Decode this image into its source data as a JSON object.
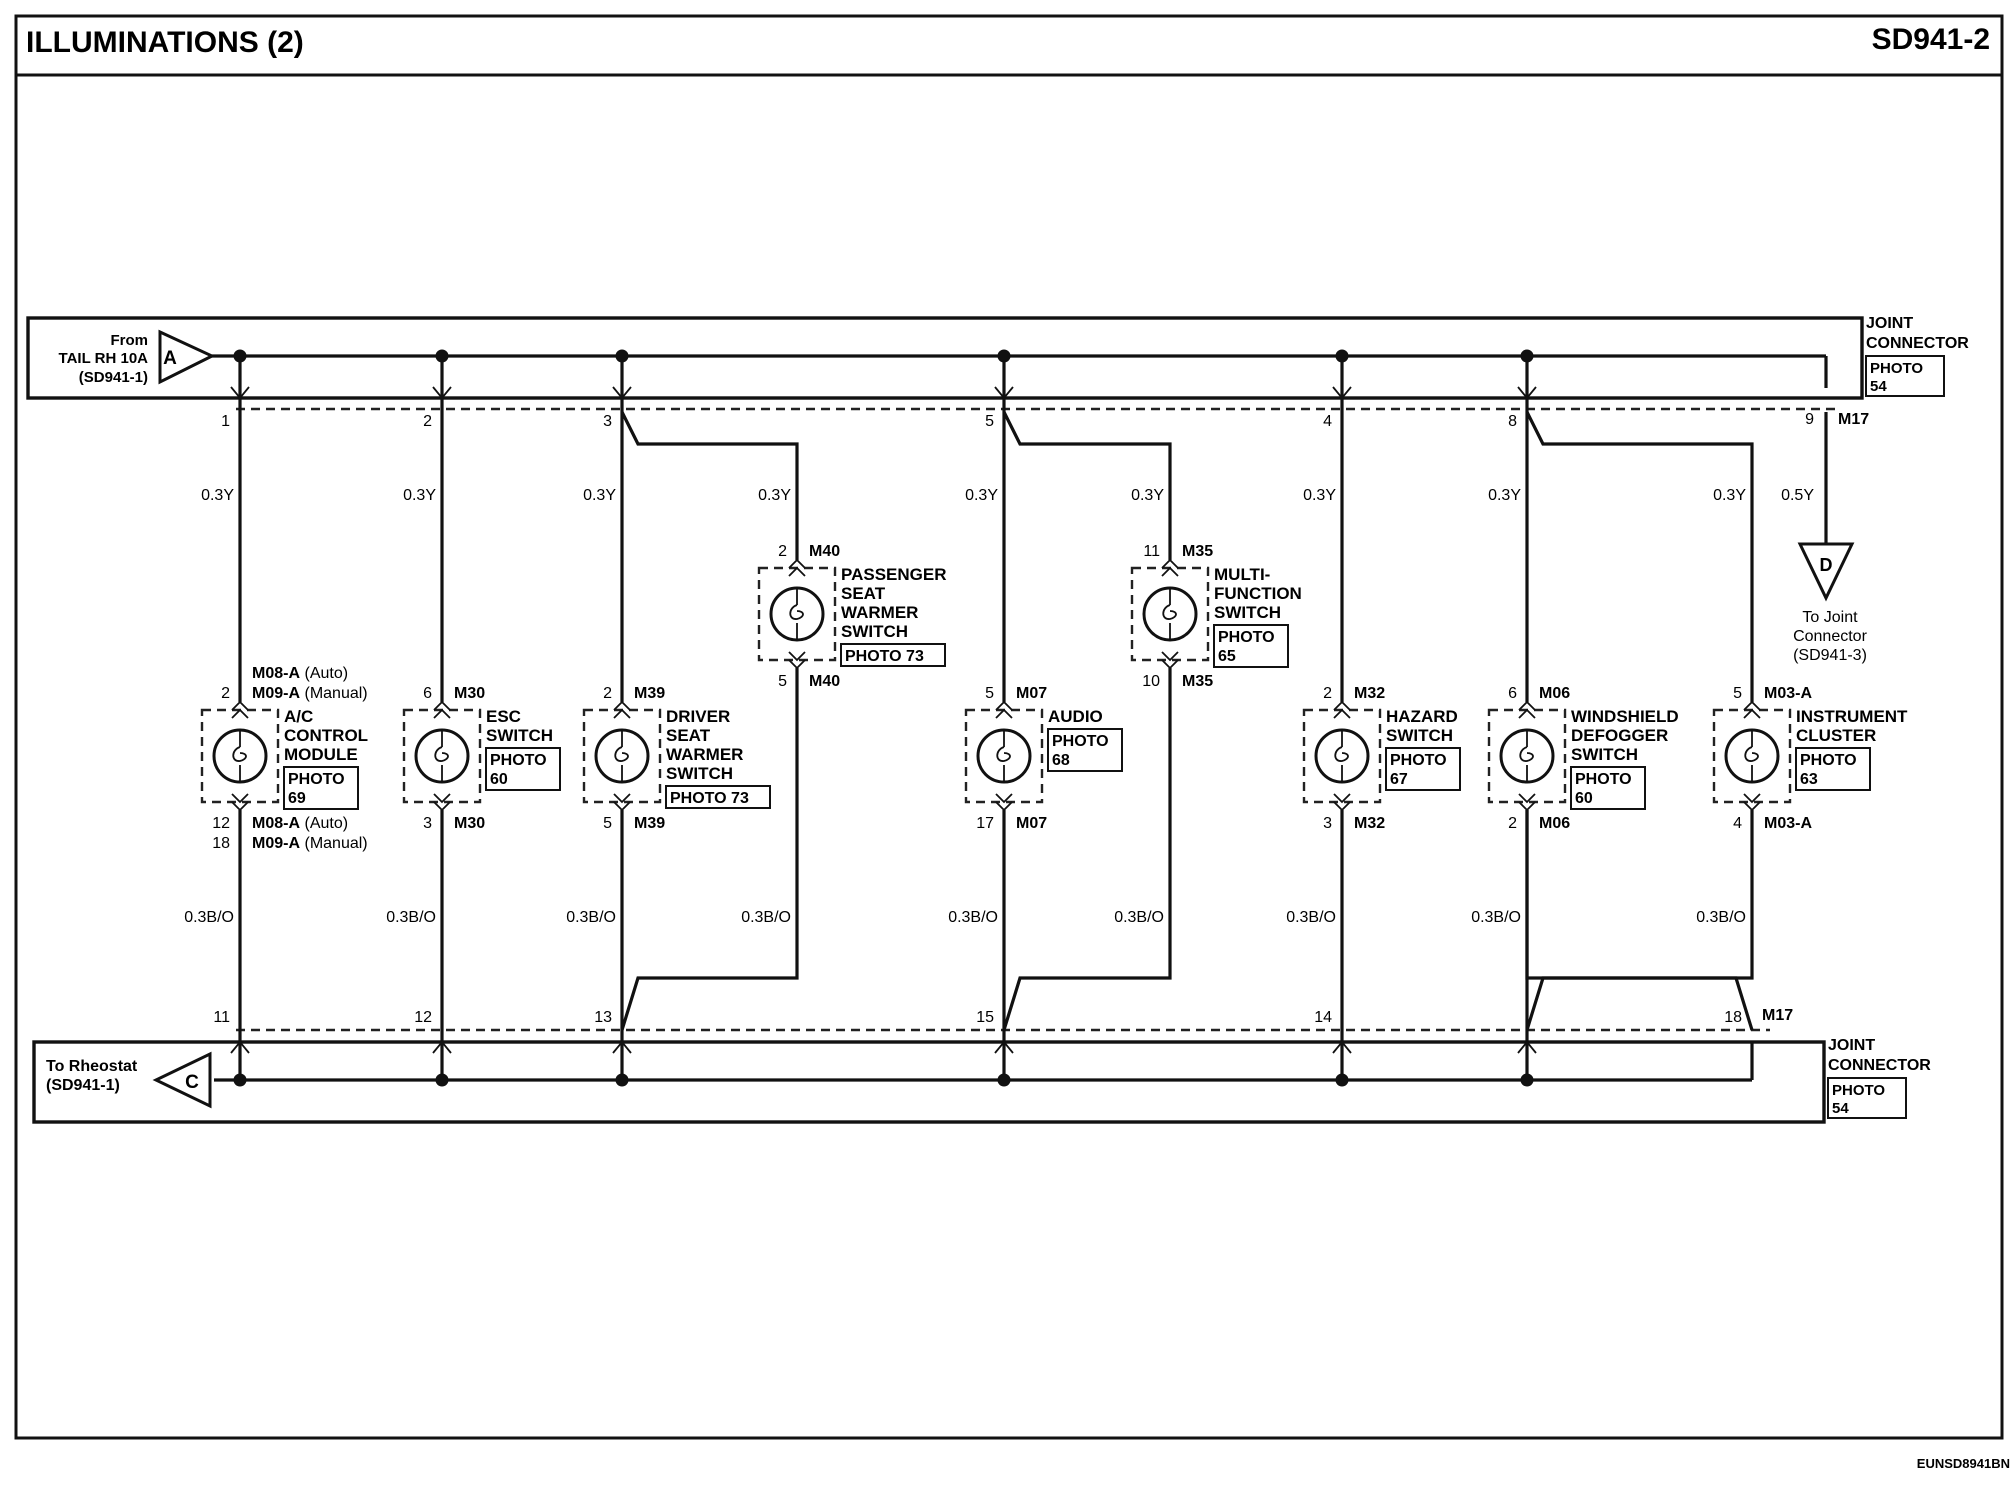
{
  "header": {
    "title": "ILLUMINATIONS (2)",
    "code": "SD941-2"
  },
  "footer": {
    "code": "EUNSD8941BN"
  },
  "top_joint": {
    "label": [
      "JOINT",
      "CONNECTOR"
    ],
    "photo": [
      "PHOTO",
      "54"
    ],
    "connector": "M17"
  },
  "bottom_joint": {
    "label": [
      "JOINT",
      "CONNECTOR"
    ],
    "photo": [
      "PHOTO",
      "54"
    ],
    "connector": "M17"
  },
  "source": {
    "letter": "A",
    "lines": [
      "From",
      "TAIL RH 10A",
      "(SD941-1)"
    ]
  },
  "rheostat": {
    "letter": "C",
    "lines": [
      "To Rheostat",
      "(SD941-1)"
    ]
  },
  "joint_out": {
    "letter": "D",
    "lines": [
      "To Joint",
      "Connector",
      "(SD941-3)"
    ],
    "pin": "9",
    "wire": "0.5Y"
  },
  "branches": [
    {
      "top_pin": "1",
      "bottom_pin": "11",
      "wire_in": "0.3Y",
      "wire_out": "0.3B/O",
      "pin_in": "2",
      "pin_out": "12",
      "pin_out2": "18",
      "conn_in": [
        {
          "b": "M08-A",
          "t": "(Auto)"
        },
        {
          "b": "M09-A",
          "t": "(Manual)"
        }
      ],
      "conn_out": [
        {
          "b": "M08-A",
          "t": "(Auto)"
        },
        {
          "b": "M09-A",
          "t": "(Manual)"
        }
      ],
      "name": [
        "A/C",
        "CONTROL",
        "MODULE"
      ],
      "photo": [
        "PHOTO",
        "69"
      ]
    },
    {
      "top_pin": "2",
      "bottom_pin": "12",
      "wire_in": "0.3Y",
      "wire_out": "0.3B/O",
      "pin_in": "6",
      "pin_out": "3",
      "conn_in": [
        {
          "b": "M30",
          "t": ""
        }
      ],
      "conn_out": [
        {
          "b": "M30",
          "t": ""
        }
      ],
      "name": [
        "ESC",
        "SWITCH"
      ],
      "photo": [
        "PHOTO",
        "60"
      ]
    },
    {
      "top_pin": "3",
      "bottom_pin": "13",
      "wire_in": "0.3Y",
      "wire_out": "0.3B/O",
      "pin_in": "2",
      "pin_out": "5",
      "conn_in": [
        {
          "b": "M39",
          "t": ""
        }
      ],
      "conn_out": [
        {
          "b": "M39",
          "t": ""
        }
      ],
      "name": [
        "DRIVER",
        "SEAT",
        "WARMER",
        "SWITCH"
      ],
      "photo": [
        "PHOTO 73"
      ]
    },
    {
      "wire_in": "0.3Y",
      "wire_out": "0.3B/O",
      "pin_in": "2",
      "pin_out": "5",
      "conn_in": [
        {
          "b": "M40",
          "t": ""
        }
      ],
      "conn_out": [
        {
          "b": "M40",
          "t": ""
        }
      ],
      "name": [
        "PASSENGER",
        "SEAT",
        "WARMER",
        "SWITCH"
      ],
      "photo": [
        "PHOTO 73"
      ]
    },
    {
      "top_pin": "5",
      "bottom_pin": "15",
      "wire_in": "0.3Y",
      "wire_out": "0.3B/O",
      "pin_in": "5",
      "pin_out": "17",
      "conn_in": [
        {
          "b": "M07",
          "t": ""
        }
      ],
      "conn_out": [
        {
          "b": "M07",
          "t": ""
        }
      ],
      "name": [
        "AUDIO"
      ],
      "photo": [
        "PHOTO",
        "68"
      ]
    },
    {
      "wire_in": "0.3Y",
      "wire_out": "0.3B/O",
      "pin_in": "11",
      "pin_out": "10",
      "conn_in": [
        {
          "b": "M35",
          "t": ""
        }
      ],
      "conn_out": [
        {
          "b": "M35",
          "t": ""
        }
      ],
      "name": [
        "MULTI-",
        "FUNCTION",
        "SWITCH"
      ],
      "photo": [
        "PHOTO",
        "65"
      ]
    },
    {
      "top_pin": "4",
      "bottom_pin": "14",
      "wire_in": "0.3Y",
      "wire_out": "0.3B/O",
      "pin_in": "2",
      "pin_out": "3",
      "conn_in": [
        {
          "b": "M32",
          "t": ""
        }
      ],
      "conn_out": [
        {
          "b": "M32",
          "t": ""
        }
      ],
      "name": [
        "HAZARD",
        "SWITCH"
      ],
      "photo": [
        "PHOTO",
        "67"
      ]
    },
    {
      "top_pin": "8",
      "wire_in": "0.3Y",
      "wire_out": "0.3B/O",
      "pin_in": "6",
      "pin_out": "2",
      "conn_in": [
        {
          "b": "M06",
          "t": ""
        }
      ],
      "conn_out": [
        {
          "b": "M06",
          "t": ""
        }
      ],
      "name": [
        "WINDSHIELD",
        "DEFOGGER",
        "SWITCH"
      ],
      "photo": [
        "PHOTO",
        "60"
      ]
    },
    {
      "bottom_pin": "18",
      "wire_in": "0.3Y",
      "wire_out": "0.3B/O",
      "pin_in": "5",
      "pin_out": "4",
      "conn_in": [
        {
          "b": "M03-A",
          "t": ""
        }
      ],
      "conn_out": [
        {
          "b": "M03-A",
          "t": ""
        }
      ],
      "name": [
        "INSTRUMENT",
        "CLUSTER"
      ],
      "photo": [
        "PHOTO",
        "63"
      ]
    }
  ]
}
